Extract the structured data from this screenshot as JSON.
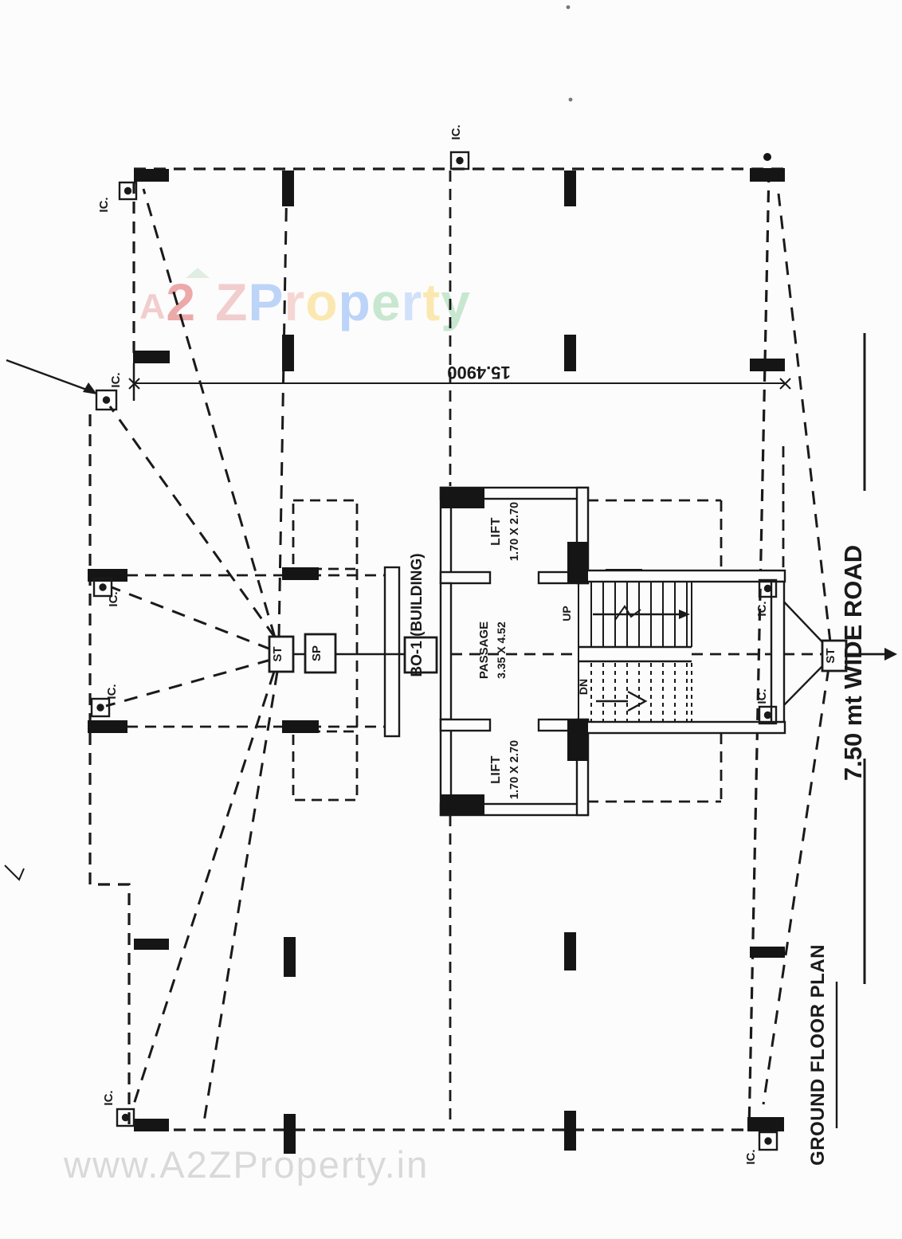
{
  "watermark_center": {
    "letters": [
      {
        "ch": "A",
        "color": "#eba8a8"
      },
      {
        "ch": "2",
        "color": "#e06666"
      },
      {
        "ch": "Z",
        "color": "#eba8a8"
      },
      {
        "ch": "P",
        "color": "#8ab4f8"
      },
      {
        "ch": "r",
        "color": "#f2b8b3"
      },
      {
        "ch": "o",
        "color": "#fbd974"
      },
      {
        "ch": "p",
        "color": "#8ab4f8"
      },
      {
        "ch": "e",
        "color": "#9fd6ad"
      },
      {
        "ch": "r",
        "color": "#aecbfa"
      },
      {
        "ch": "t",
        "color": "#fbd974"
      },
      {
        "ch": "y",
        "color": "#9fd6ad"
      }
    ]
  },
  "watermark_bottom": {
    "text": "www.A2ZProperty.in",
    "color": "#d9d9d9"
  },
  "plan": {
    "title": "GROUND FLOOR PLAN",
    "road_label": "7.50 mt WIDE ROAD",
    "plot_width_dim": "15.4900",
    "labels": {
      "inspection_chamber": "IC.",
      "septic_tank": "ST",
      "soak_pit": "SP",
      "stairs_up": "UP",
      "stairs_down": "DN",
      "lift": "LIFT",
      "lift_size": "1.70 X 2.70",
      "passage": "PASSAGE",
      "passage_size": "3.35 X 4.52",
      "building": "BO-1 (BUILDING)"
    }
  },
  "colors": {
    "ink": "#1a1a1a",
    "column_fill": "#151515"
  }
}
